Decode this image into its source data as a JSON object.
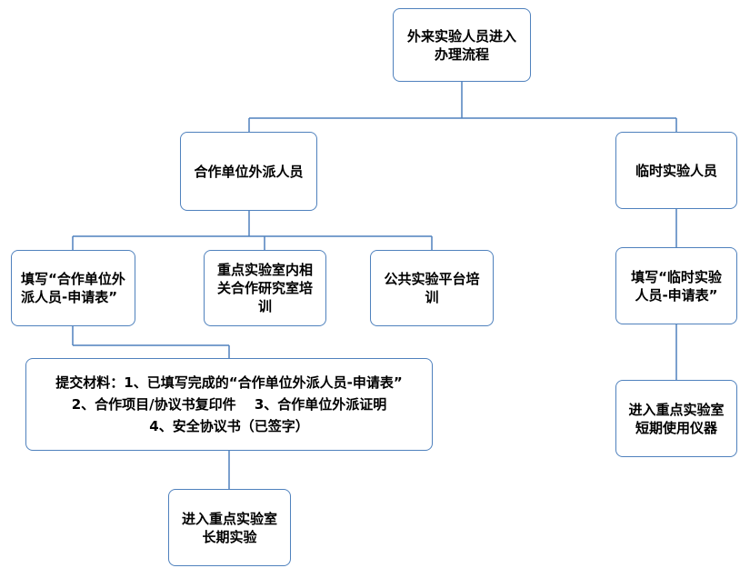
{
  "colors": {
    "node_border": "#4f81bd",
    "connector": "#4f81bd",
    "background": "#ffffff",
    "text": "#000000"
  },
  "nodes": {
    "root": "外来实验人员进入办理流程",
    "coop": "合作单位外派人员",
    "temp": "临时实验人员",
    "fill_coop_form": "填写“合作单位外派人员-申请表”",
    "key_lab_training": "重点实验室内相关合作研究室培训",
    "public_platform_training": "公共实验平台培训",
    "fill_temp_form": "填写“临时实验人员-申请表”",
    "materials": {
      "line1": "提交材料：1、已填写完成的“合作单位外派人员-申请表”",
      "line2": "2、合作项目/协议书复印件　 3、合作单位外派证明",
      "line3": "4、安全协议书（已签字）"
    },
    "long_term": "进入重点实验室长期实验",
    "short_term": "进入重点实验室短期使用仪器"
  }
}
